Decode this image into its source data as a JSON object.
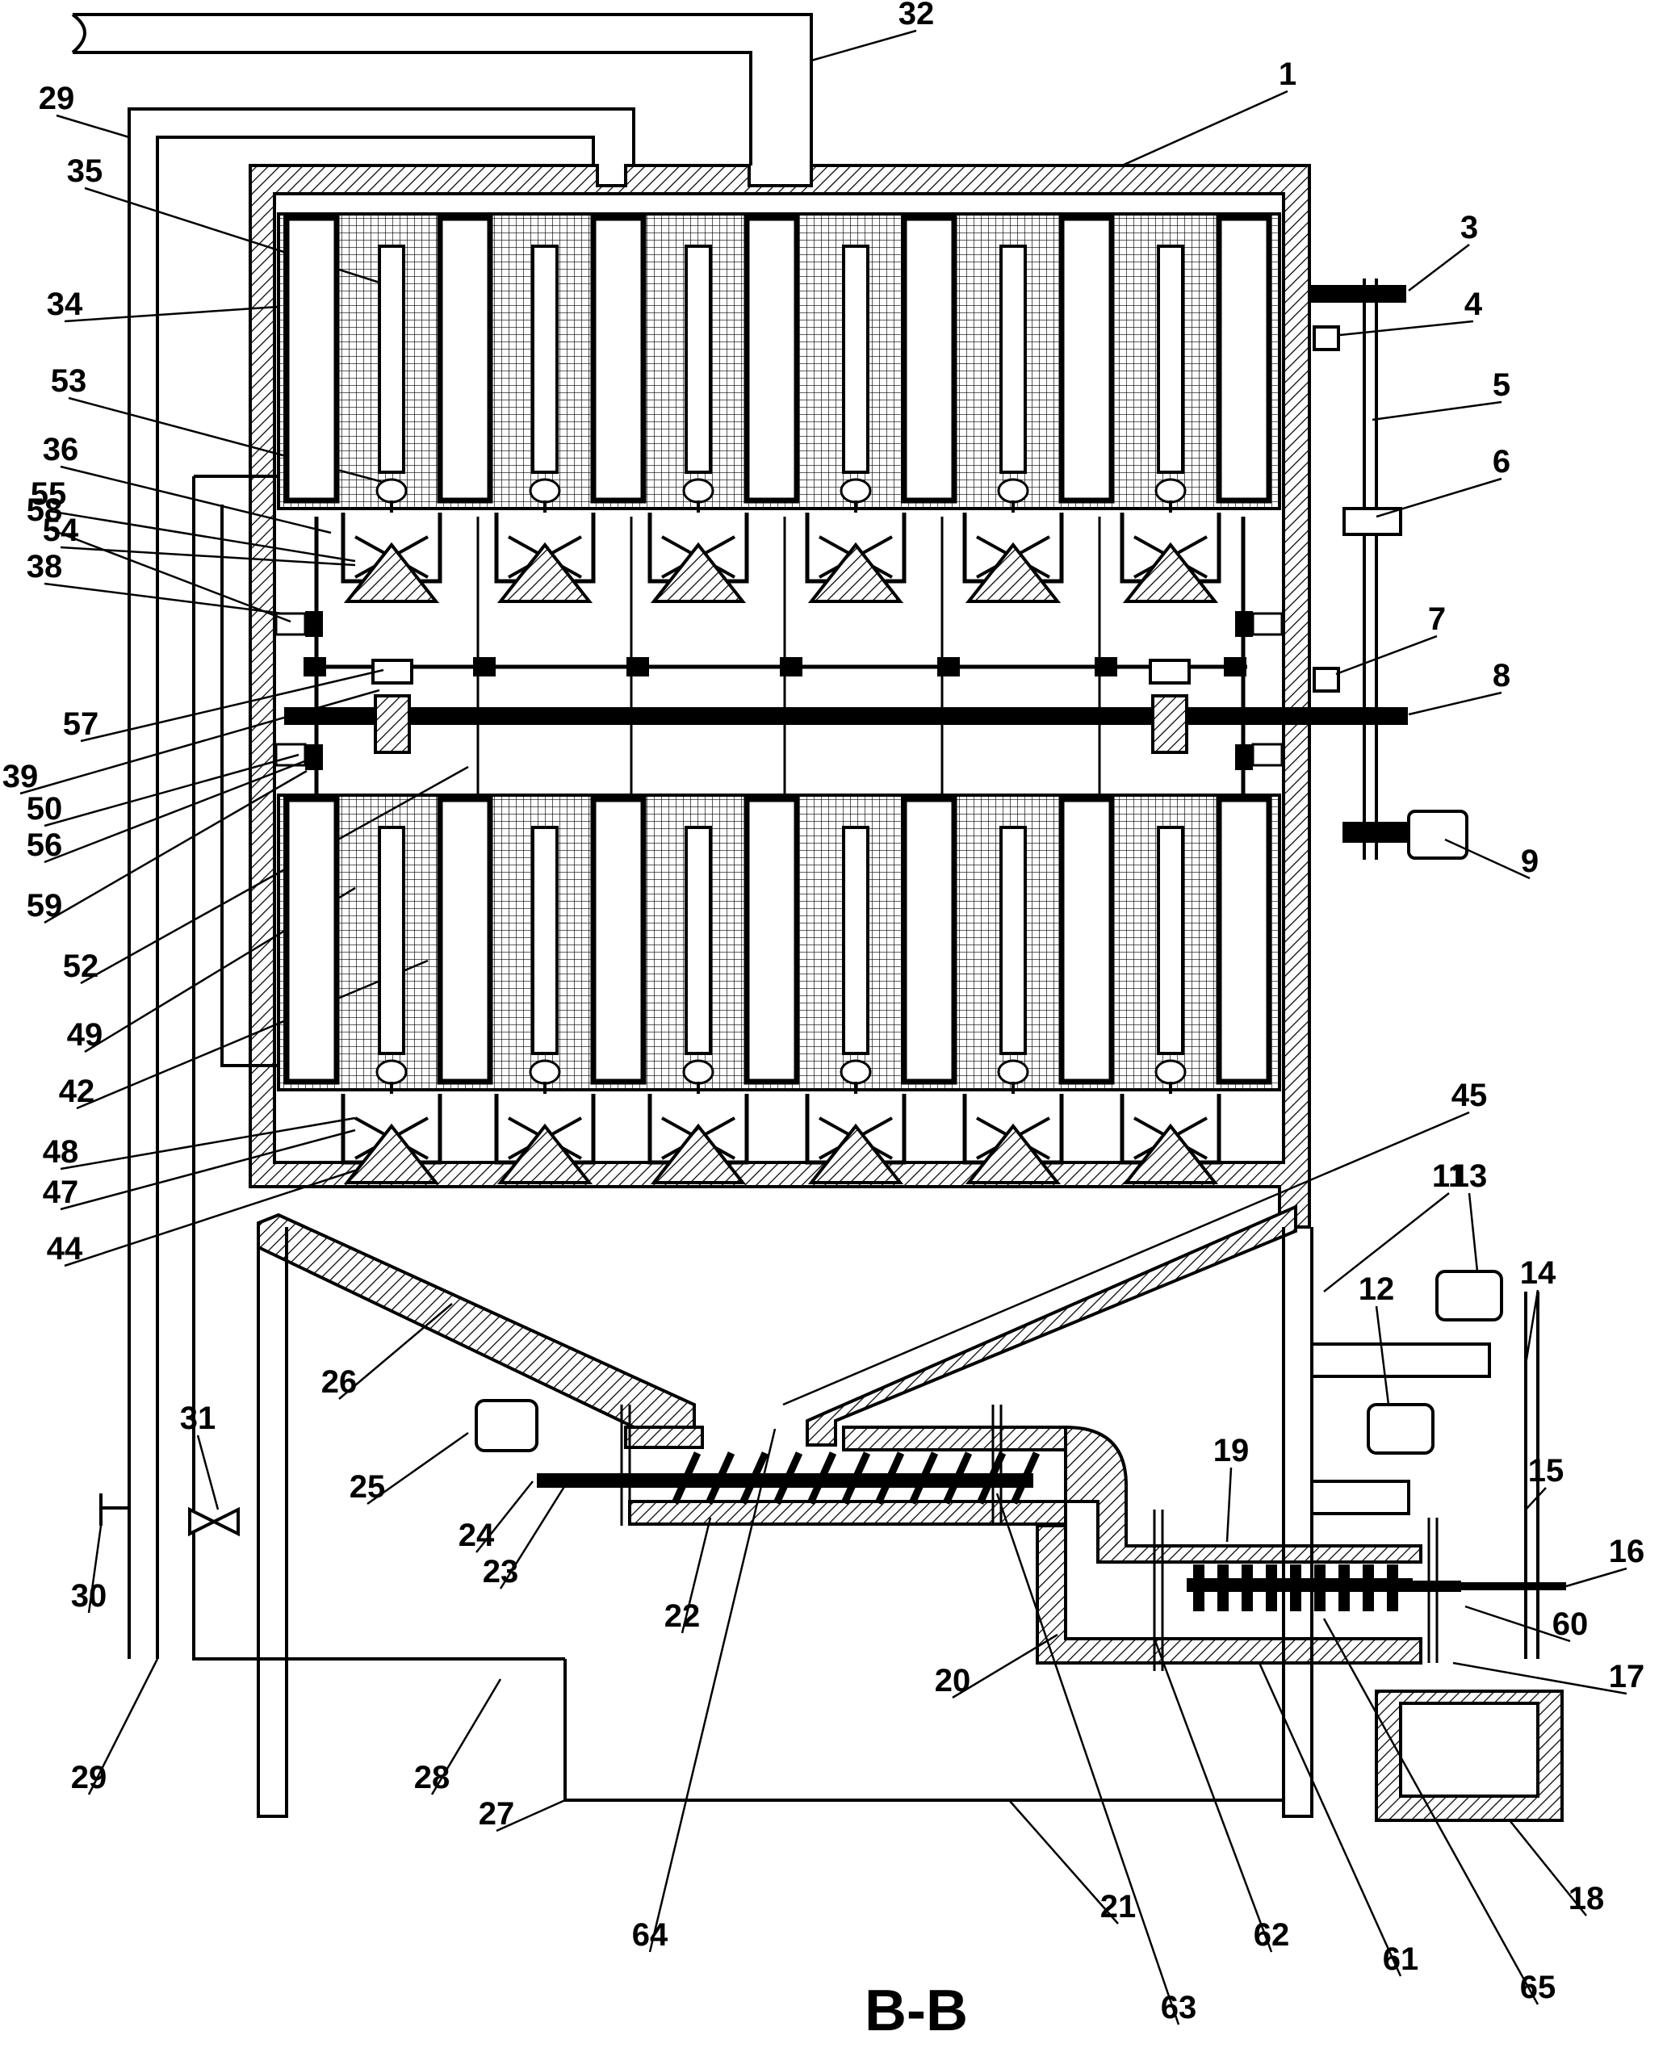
{
  "caption": "B-B",
  "labels": [
    "1",
    "3",
    "4",
    "5",
    "6",
    "7",
    "8",
    "9",
    "11",
    "12",
    "13",
    "14",
    "15",
    "16",
    "17",
    "18",
    "19",
    "20",
    "21",
    "22",
    "23",
    "24",
    "25",
    "26",
    "27",
    "28",
    "29",
    "29",
    "30",
    "31",
    "32",
    "34",
    "35",
    "36",
    "38",
    "39",
    "42",
    "44",
    "45",
    "47",
    "48",
    "49",
    "50",
    "52",
    "53",
    "54",
    "55",
    "56",
    "57",
    "58",
    "59",
    "60",
    "61",
    "62",
    "63",
    "64",
    "65"
  ],
  "colors": {
    "ink": "#000000",
    "paper": "#ffffff"
  }
}
